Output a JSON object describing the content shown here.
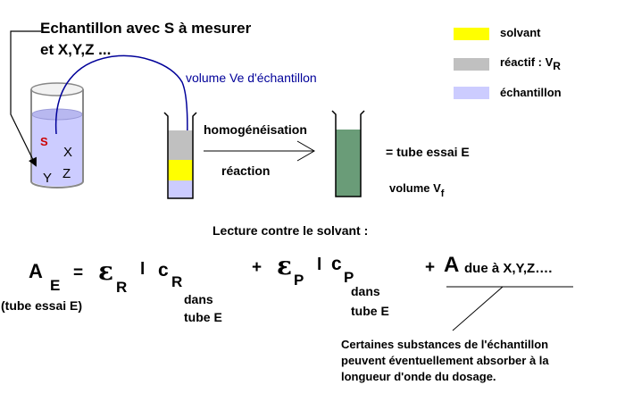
{
  "header": {
    "line1": "Echantillon avec S à mesurer",
    "line2": "et X,Y,Z ..."
  },
  "legend": {
    "solvent_label": "solvant",
    "reagent_label": "réactif : V",
    "reagent_sub": "R",
    "sample_label": "échantillon"
  },
  "beaker_letters": {
    "s": "S",
    "x": "X",
    "y": "Y",
    "z": "Z"
  },
  "transfer_label": "volume Ve d'échantillon",
  "process": {
    "step1": "homogénéisation",
    "step2": "réaction"
  },
  "result": {
    "equals": "= tube essai E",
    "volume": "volume V",
    "volume_sub": "f"
  },
  "reading": "Lecture contre le solvant :",
  "equation": {
    "a": "A",
    "a_sub": "E",
    "equals": "=",
    "epsilon": "ε",
    "eps1_sub": "R",
    "l": "l",
    "c": "c",
    "c1_sub": "R",
    "plus": "+",
    "eps2_sub": "P",
    "c2_sub": "P",
    "dans": "dans",
    "tube_e": "tube E",
    "a2": "A",
    "a2_text": "due à X,Y,Z….",
    "tube_note": "(tube essai E)"
  },
  "note": {
    "line1": "Certaines substances de l'échantillon",
    "line2": "peuvent éventuellement absorber à la",
    "line3": "longueur d'onde du dosage."
  },
  "colors": {
    "solvent": "#ffff00",
    "reagent": "#c0c0c0",
    "sample": "#ccccff",
    "product": "#6a9c78",
    "transfer_text": "#000099",
    "s_letter": "#cc0000"
  }
}
